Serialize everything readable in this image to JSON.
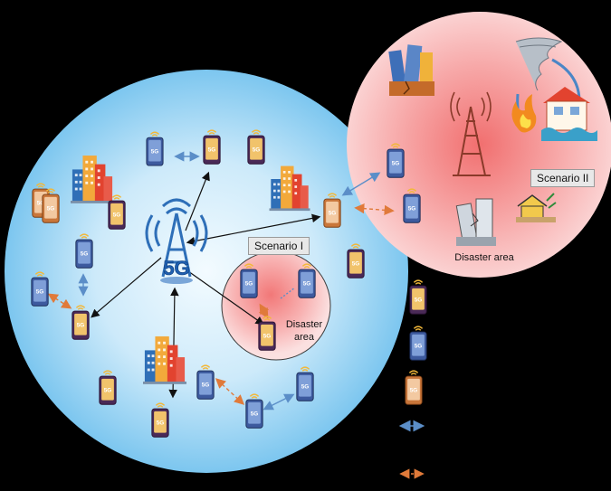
{
  "labels": {
    "scenario1": "Scenario I",
    "scenario2": "Scenario II",
    "disaster_small": "Disaster area",
    "disaster_big": "Disaster area",
    "tower_5g": "5G"
  },
  "colors": {
    "background": "#000000",
    "cell_coverage": "#bfe3f7",
    "disaster_zone": "#f4a6a6",
    "phone_d2d_relay": "#e07a3a",
    "phone_idle": "#3d5a9e",
    "phone_active": "#6a3a78",
    "link_cellular": "#111111",
    "link_blue": "#5b8ec8",
    "link_orange": "#e07a3a"
  },
  "icons": [
    "phone-icon",
    "building-icon",
    "cell-tower-icon",
    "tornado-icon",
    "fire-icon",
    "flooded-house-icon",
    "collapsed-building-icon",
    "broken-tower-icon"
  ]
}
